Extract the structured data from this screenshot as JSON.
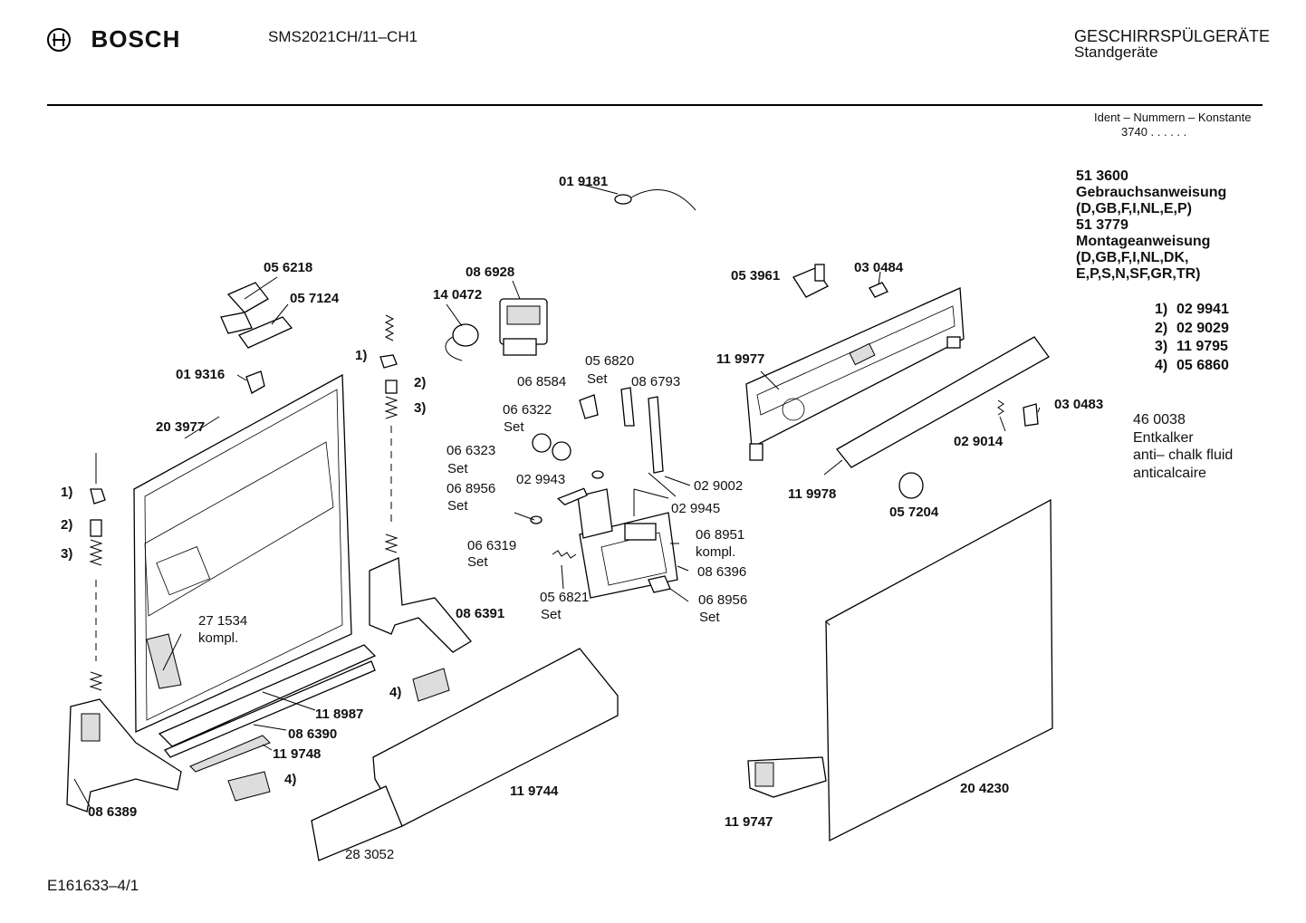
{
  "header": {
    "brand": "BOSCH",
    "model": "SMS2021CH/11–CH1",
    "category": "GESCHIRRSPÜLGERÄTE",
    "subcategory": "Standgeräte",
    "ident_label": "Ident – Nummern – Konstante",
    "ident_value": "3740 . . . . . ."
  },
  "docs": {
    "lines": [
      "51 3600",
      "Gebrauchsanweisung",
      "(D,GB,F,I,NL,E,P)",
      "51 3779",
      "Montageanweisung",
      "(D,GB,F,I,NL,DK,",
      "E,P,S,N,SF,GR,TR)"
    ]
  },
  "legend": [
    {
      "key": "1)",
      "value": "02 9941"
    },
    {
      "key": "2)",
      "value": "02 9029"
    },
    {
      "key": "3)",
      "value": "11 9795"
    },
    {
      "key": "4)",
      "value": "05 6860"
    }
  ],
  "chemical": [
    "46 0038",
    "Entkalker",
    "anti– chalk fluid",
    "anticalcaire"
  ],
  "labels": {
    "p019181": "01 9181",
    "p056218": "05 6218",
    "p057124": "05 7124",
    "p086928": "08 6928",
    "p140472": "14 0472",
    "p053961": "05 3961",
    "p030484": "03 0484",
    "p019316": "01 9316",
    "p203977": "20 3977",
    "p056820": "05 6820",
    "p056820set": "Set",
    "p068584": "06 8584",
    "p086793": "08 6793",
    "p119977": "11 9977",
    "p066322": "06 6322",
    "p066322set": "Set",
    "p066323": "06 6323",
    "p066323set": "Set",
    "p029943": "02 9943",
    "p068956a": "06 8956",
    "p068956aset": "Set",
    "p029002": "02 9002",
    "p029945": "02 9945",
    "p030483": "03 0483",
    "p029014": "02 9014",
    "p119978": "11 9978",
    "p057204": "05 7204",
    "p066319": "06 6319",
    "p066319set": "Set",
    "p068951": "06 8951",
    "p068951kompl": "kompl.",
    "p086396": "08 6396",
    "p056821": "05 6821",
    "p056821set": "Set",
    "p068956b": "06 8956",
    "p068956bset": "Set",
    "p086391": "08 6391",
    "p271534": "27 1534",
    "p271534kompl": "kompl.",
    "p118987": "11 8987",
    "p086390": "08 6390",
    "p119748": "11 9748",
    "p086389": "08 6389",
    "p119744": "11 9744",
    "p283052": "28 3052",
    "p119747": "11 9747",
    "p204230": "20 4230",
    "m1a": "1)",
    "m2a": "2)",
    "m3a": "3)",
    "m1b": "1)",
    "m2b": "2)",
    "m3b": "3)",
    "m4a": "4)",
    "m4b": "4)"
  },
  "footer": {
    "code": "E161633–4/1"
  }
}
